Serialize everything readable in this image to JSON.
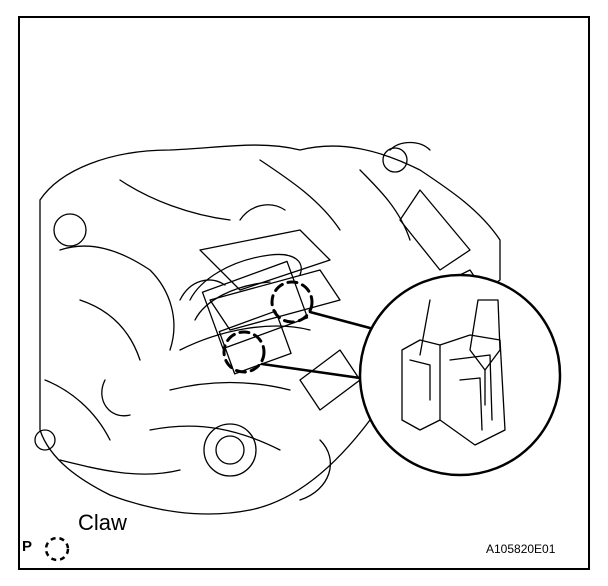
{
  "figure": {
    "id": "A105820E01",
    "legend_prefix": "P",
    "legend_label": "Claw",
    "legend_icon": "dashed-circle-icon",
    "line_color": "#000000",
    "background": "#ffffff"
  }
}
